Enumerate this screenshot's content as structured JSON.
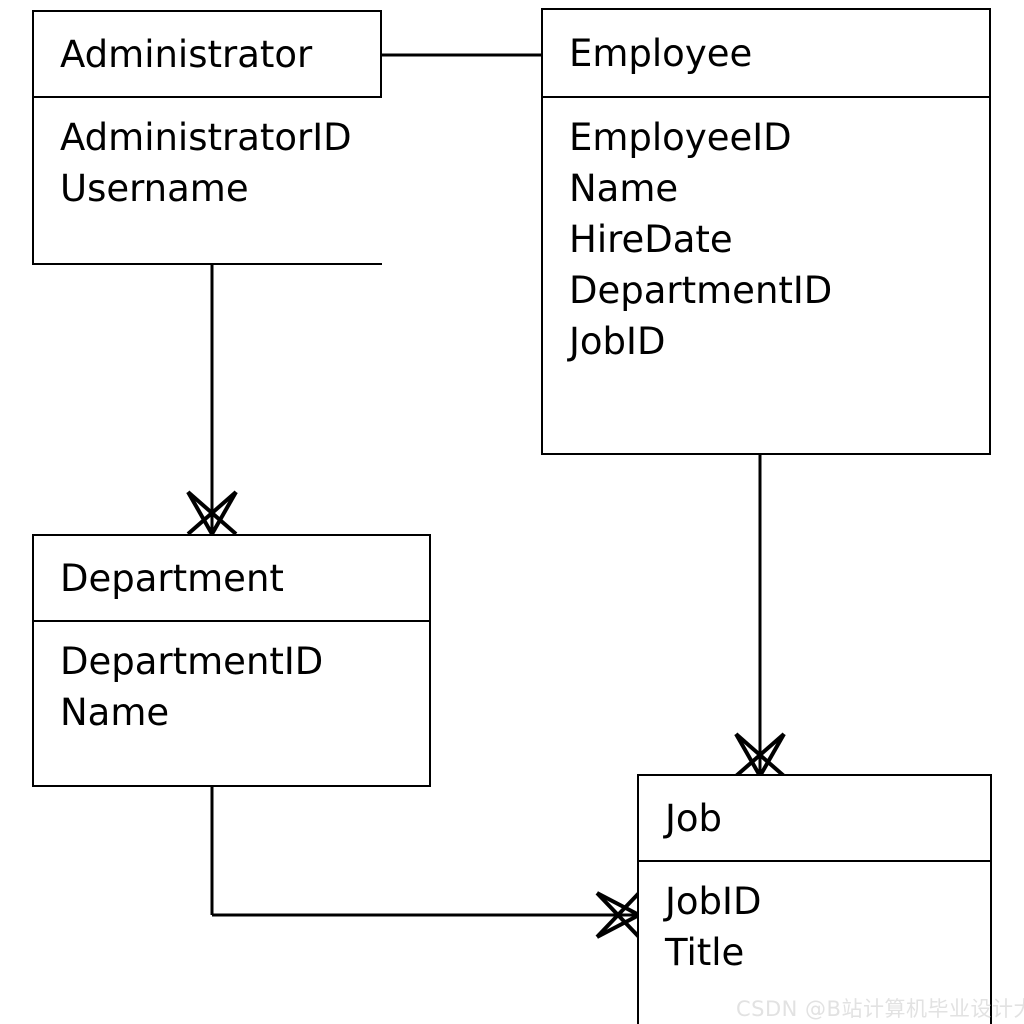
{
  "diagram": {
    "type": "entity-relationship-diagram",
    "notation": "crow's foot",
    "background_color": "#ffffff",
    "line_color": "#000000",
    "text_color": "#000000"
  },
  "entities": [
    {
      "key": "administrator",
      "name": "Administrator",
      "attributes": [
        "AdministratorID",
        "Username"
      ]
    },
    {
      "key": "employee",
      "name": "Employee",
      "attributes": [
        "EmployeeID",
        "Name",
        "HireDate",
        "DepartmentID",
        "JobID"
      ]
    },
    {
      "key": "department",
      "name": "Department",
      "attributes": [
        "DepartmentID",
        "Name"
      ]
    },
    {
      "key": "job",
      "name": "Job",
      "attributes": [
        "JobID",
        "Title"
      ]
    }
  ],
  "relationships": [
    {
      "key": "administrator-employee",
      "from": "Administrator",
      "to": "Employee",
      "from_marker": "none",
      "to_marker": "none"
    },
    {
      "key": "administrator-department",
      "from": "Administrator",
      "to": "Department",
      "from_marker": "none",
      "to_marker": "crows-foot"
    },
    {
      "key": "employee-job",
      "from": "Employee",
      "to": "Job",
      "from_marker": "none",
      "to_marker": "crows-foot"
    },
    {
      "key": "department-job",
      "from": "Department",
      "to": "Job",
      "from_marker": "none",
      "to_marker": "crows-foot"
    }
  ],
  "watermark": {
    "text": "CSDN @B站计算机毕业设计大学",
    "color": "#e2e2e2"
  }
}
